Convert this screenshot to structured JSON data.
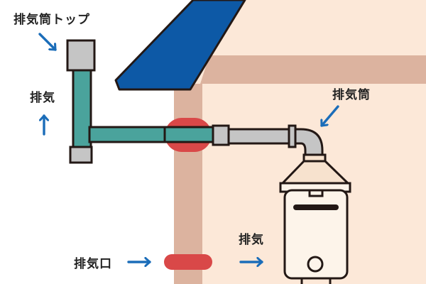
{
  "labels": {
    "exhaust_top": "排気筒トップ",
    "exhaust_up": "排気",
    "exhaust_pipe": "排気筒",
    "exhaust_right": "排気",
    "exhaust_port": "排気口"
  },
  "icons": {
    "arrow_top": "diagonal-down-right-arrow-icon",
    "arrow_up": "up-arrow-icon",
    "arrow_pipe": "diagonal-down-left-arrow-icon",
    "arrow_port": "right-arrow-icon",
    "arrow_exhaust": "right-arrow-icon"
  },
  "colors": {
    "wall": "#fce8d8",
    "beam": "#dcb39f",
    "roof": "#0d59a6",
    "pipe_teal": "#4aa39c",
    "pipe_gray": "#c5c5c5",
    "seal": "#d94848",
    "arrow": "#1b6db9",
    "outline": "#231815",
    "heater": "#fdf4ea"
  }
}
